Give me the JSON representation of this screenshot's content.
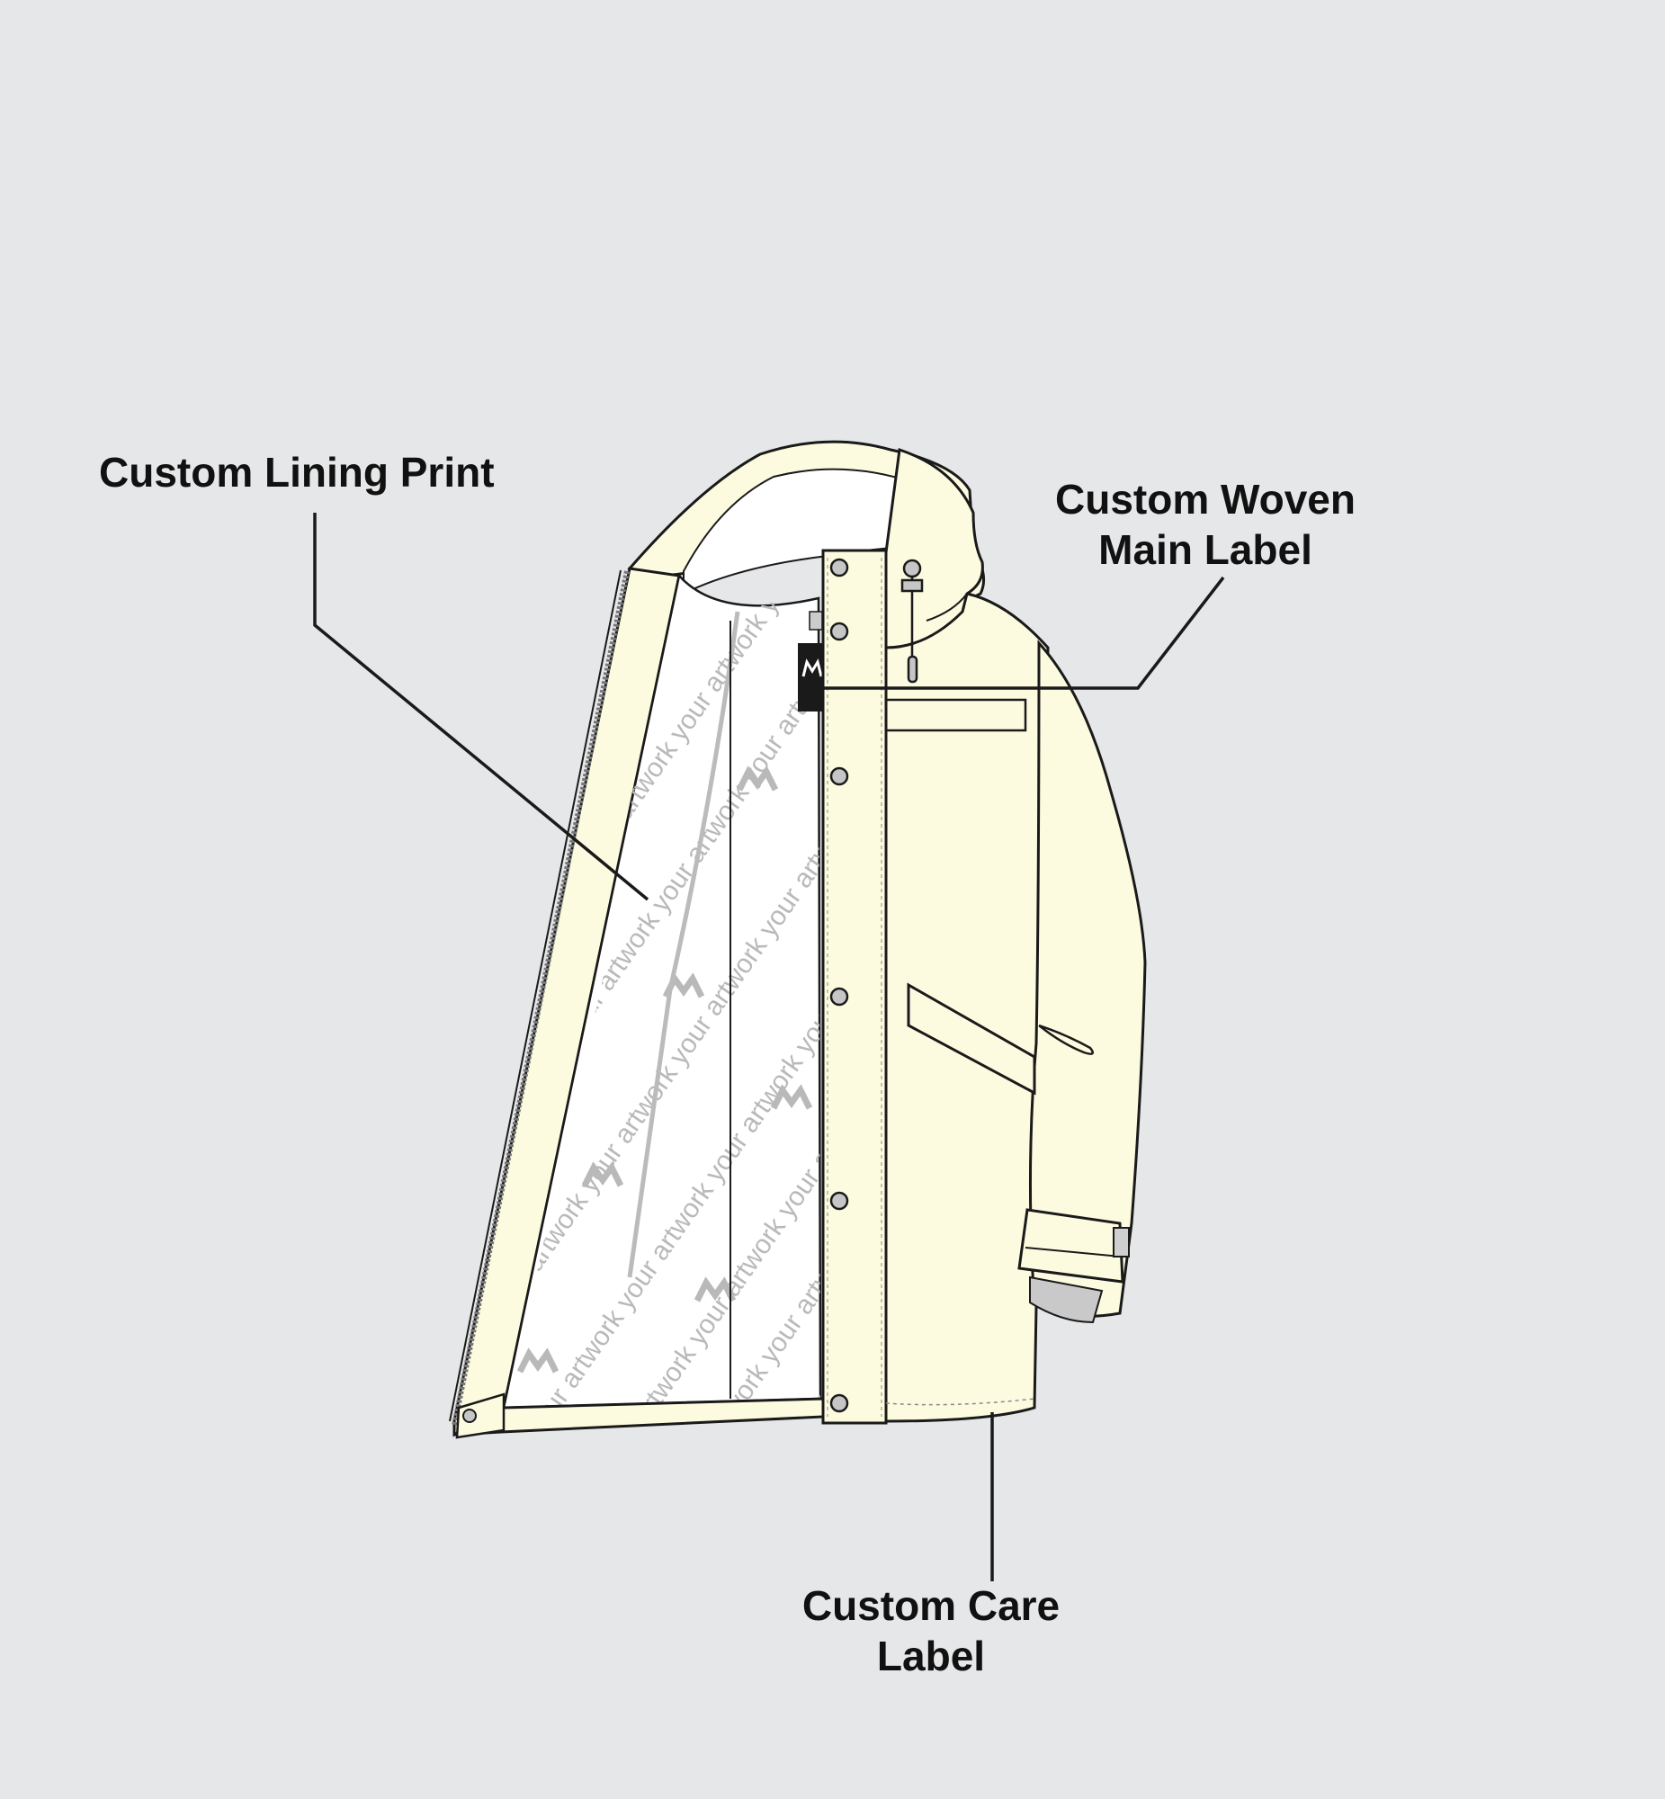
{
  "callouts": {
    "lining_print": {
      "line1": "Custom Lining Print"
    },
    "woven_main_label": {
      "line1": "Custom Woven",
      "line2": "Main Label"
    },
    "care_label": {
      "line1": "Custom Care",
      "line2": "Label"
    }
  },
  "lining_pattern": {
    "repeat_text": "your artwork your artwork your artwork your artwork your artwork"
  },
  "colors": {
    "background": "#e6e7e9",
    "jacket_fill": "#fdfbdf",
    "lining_fill": "#ffffff",
    "outline": "#1a1a1a",
    "pattern_gray": "#b9b9b9",
    "snap_gray": "#c6c6c6"
  }
}
